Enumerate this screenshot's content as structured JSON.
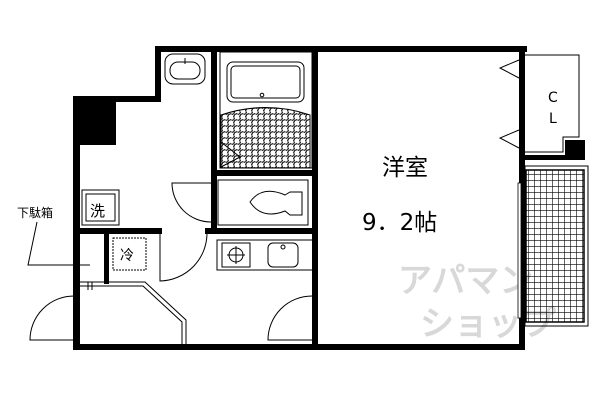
{
  "rooms": {
    "western_room_label": "洋室",
    "western_room_size": "9．2帖",
    "closet_label_1": "C",
    "closet_label_2": "L",
    "washer_label": "洗",
    "fridge_label": "冷",
    "shoe_box_label": "下駄箱"
  },
  "watermark": {
    "line1": "アパマン",
    "line2": "ショップ"
  },
  "colors": {
    "wall": "#000000",
    "watermark": "#d8d8d8"
  }
}
